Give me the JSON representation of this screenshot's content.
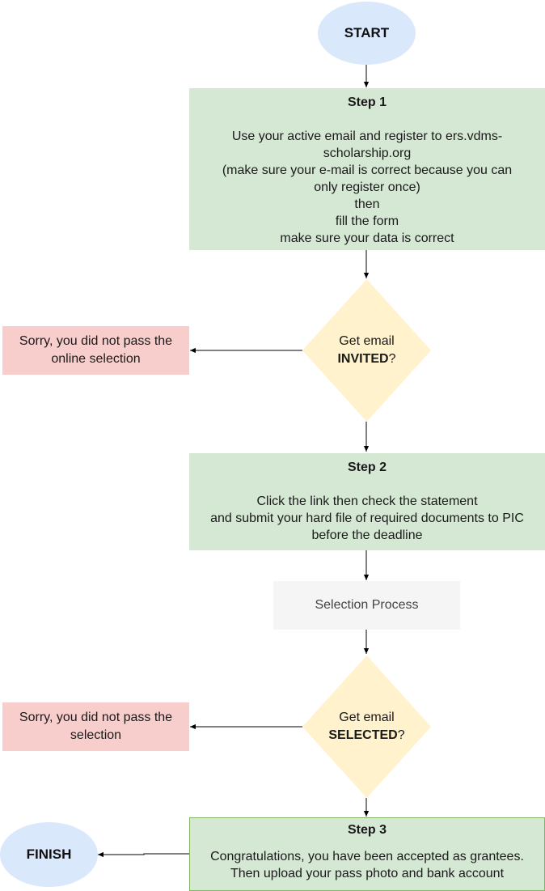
{
  "start": {
    "label": "START"
  },
  "step1": {
    "title": "Step 1",
    "lines": [
      "Use your active email and register to ers.vdms-",
      "scholarship.org",
      "(make sure your e-mail is correct because you can",
      "only register once)",
      "then",
      "fill the form",
      "make sure your data is correct"
    ]
  },
  "decision1": {
    "prefix": "Get email",
    "keyword": "INVITED",
    "suffix": "?"
  },
  "fail1": {
    "lines": [
      "Sorry, you did not pass the",
      "online selection"
    ]
  },
  "step2": {
    "title": "Step 2",
    "lines": [
      "Click the link then check the statement",
      "and submit your hard file of required documents to PIC",
      "before the deadline"
    ]
  },
  "process": {
    "label": "Selection Process"
  },
  "decision2": {
    "prefix": "Get email",
    "keyword": "SELECTED",
    "suffix": "?"
  },
  "fail2": {
    "lines": [
      "Sorry, you did not pass the",
      "selection"
    ]
  },
  "step3": {
    "title": "Step 3",
    "lines": [
      "Congratulations, you have been accepted as grantees.",
      "Then upload your pass photo and bank account"
    ]
  },
  "finish": {
    "label": "FINISH"
  },
  "colors": {
    "terminal": "#dae8fc",
    "step": "#d5e8d4",
    "decision": "#fff2cc",
    "fail": "#f8cecc",
    "process": "#f5f5f5",
    "edge": "#000000"
  }
}
